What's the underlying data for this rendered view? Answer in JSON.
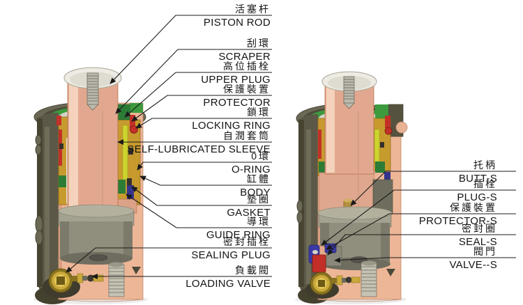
{
  "diagram": {
    "left_component": {
      "labels": [
        {
          "cn": "活塞杆",
          "en": "PISTON ROD"
        },
        {
          "cn": "刮環",
          "en": "SCRAPER"
        },
        {
          "cn": "高位插栓",
          "en": "UPPER PLUG"
        },
        {
          "cn": "保護裝置",
          "en": "PROTECTOR"
        },
        {
          "cn": "鎖環",
          "en": "LOCKING RING"
        },
        {
          "cn": "自潤套筒",
          "en": "SELF-LUBRICATED SLEEVE"
        },
        {
          "cn": "0環",
          "en": "O-RING"
        },
        {
          "cn": "缸體",
          "en": "BODY"
        },
        {
          "cn": "墊圈",
          "en": "GASKET"
        },
        {
          "cn": "導環",
          "en": "GUIDE RING"
        },
        {
          "cn": "密封插栓",
          "en": "SEALING PLUG"
        },
        {
          "cn": "負載閥",
          "en": "LOADING VALVE"
        }
      ]
    },
    "right_component": {
      "labels": [
        {
          "cn": "托柄",
          "en": "BUTT-S"
        },
        {
          "cn": "插栓",
          "en": "PLUG-S"
        },
        {
          "cn": "保護裝置",
          "en": "PROTECTOR-S"
        },
        {
          "cn": "密封圈",
          "en": "SEAL-S"
        },
        {
          "cn": "閥門",
          "en": "VALVE--S"
        }
      ]
    }
  },
  "palette": {
    "body_salmon": "#edb697",
    "rod_salmon": "#e2a88f",
    "shell_dark_olive": "#5b5847",
    "piston_gray": "#908e7c",
    "sleeve_gold": "#c79a2e",
    "ring_green": "#3d9a3d",
    "strip_yellow_green": "#ccd42e",
    "seal_red": "#c23028",
    "gasket_navy": "#34348c",
    "valve_brass": "#caa93a",
    "leader_line": "#1a1a1a"
  }
}
